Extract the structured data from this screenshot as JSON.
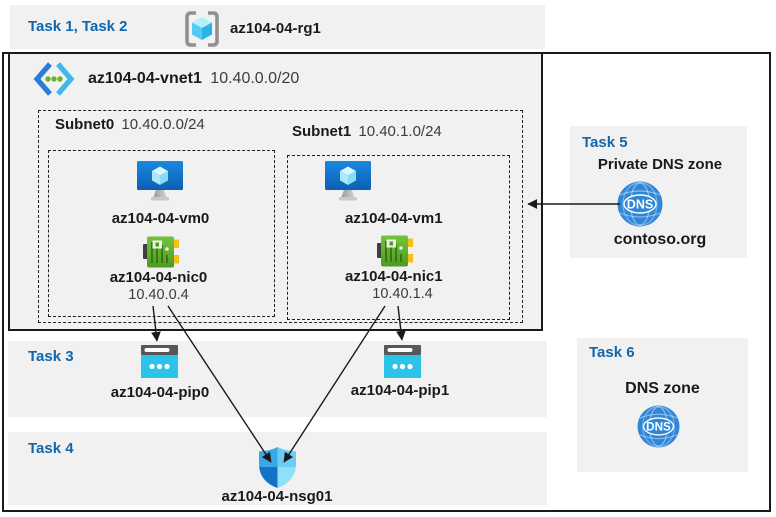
{
  "colors": {
    "task_label_blue": "#1366a9",
    "band_gray": "#f1f1f1",
    "border_black": "#1a1a1a",
    "azure_blue": "#3087d8",
    "cyan": "#2cc3e8",
    "nic_green": "#5cb22c",
    "tab_yellow": "#f7be17"
  },
  "icons": {
    "resource_group": "resource-group-cube-icon",
    "vnet": "virtual-network-icon",
    "vm": "virtual-machine-icon",
    "nic": "network-interface-icon",
    "public_ip": "public-ip-icon",
    "nsg": "network-security-group-shield-icon",
    "dns": "dns-globe-icon"
  },
  "tasks": {
    "task12": {
      "label": "Task 1, Task 2"
    },
    "task3": {
      "label": "Task 3"
    },
    "task4": {
      "label": "Task 4"
    },
    "task5": {
      "label": "Task 5",
      "title": "Private DNS zone",
      "zone_name": "contoso.org"
    },
    "task6": {
      "label": "Task 6",
      "title": "DNS zone"
    }
  },
  "resource_group": {
    "name": "az104-04-rg1"
  },
  "vnet": {
    "name": "az104-04-vnet1",
    "cidr": "10.40.0.0/20"
  },
  "subnets": [
    {
      "name": "Subnet0",
      "cidr": "10.40.0.0/24",
      "vm": "az104-04-vm0",
      "nic": "az104-04-nic0",
      "ip": "10.40.0.4"
    },
    {
      "name": "Subnet1",
      "cidr": "10.40.1.0/24",
      "vm": "az104-04-vm1",
      "nic": "az104-04-nic1",
      "ip": "10.40.1.4"
    }
  ],
  "public_ips": [
    {
      "name": "az104-04-pip0"
    },
    {
      "name": "az104-04-pip1"
    }
  ],
  "nsg": {
    "name": "az104-04-nsg01"
  },
  "dns_icon_label": "DNS",
  "connections": [
    {
      "from": "az104-04-nic0",
      "to": "az104-04-pip0"
    },
    {
      "from": "az104-04-nic0",
      "to": "az104-04-nsg01"
    },
    {
      "from": "az104-04-nic1",
      "to": "az104-04-pip1"
    },
    {
      "from": "az104-04-nic1",
      "to": "az104-04-nsg01"
    },
    {
      "from": "contoso.org",
      "to": "az104-04-vnet1"
    }
  ]
}
